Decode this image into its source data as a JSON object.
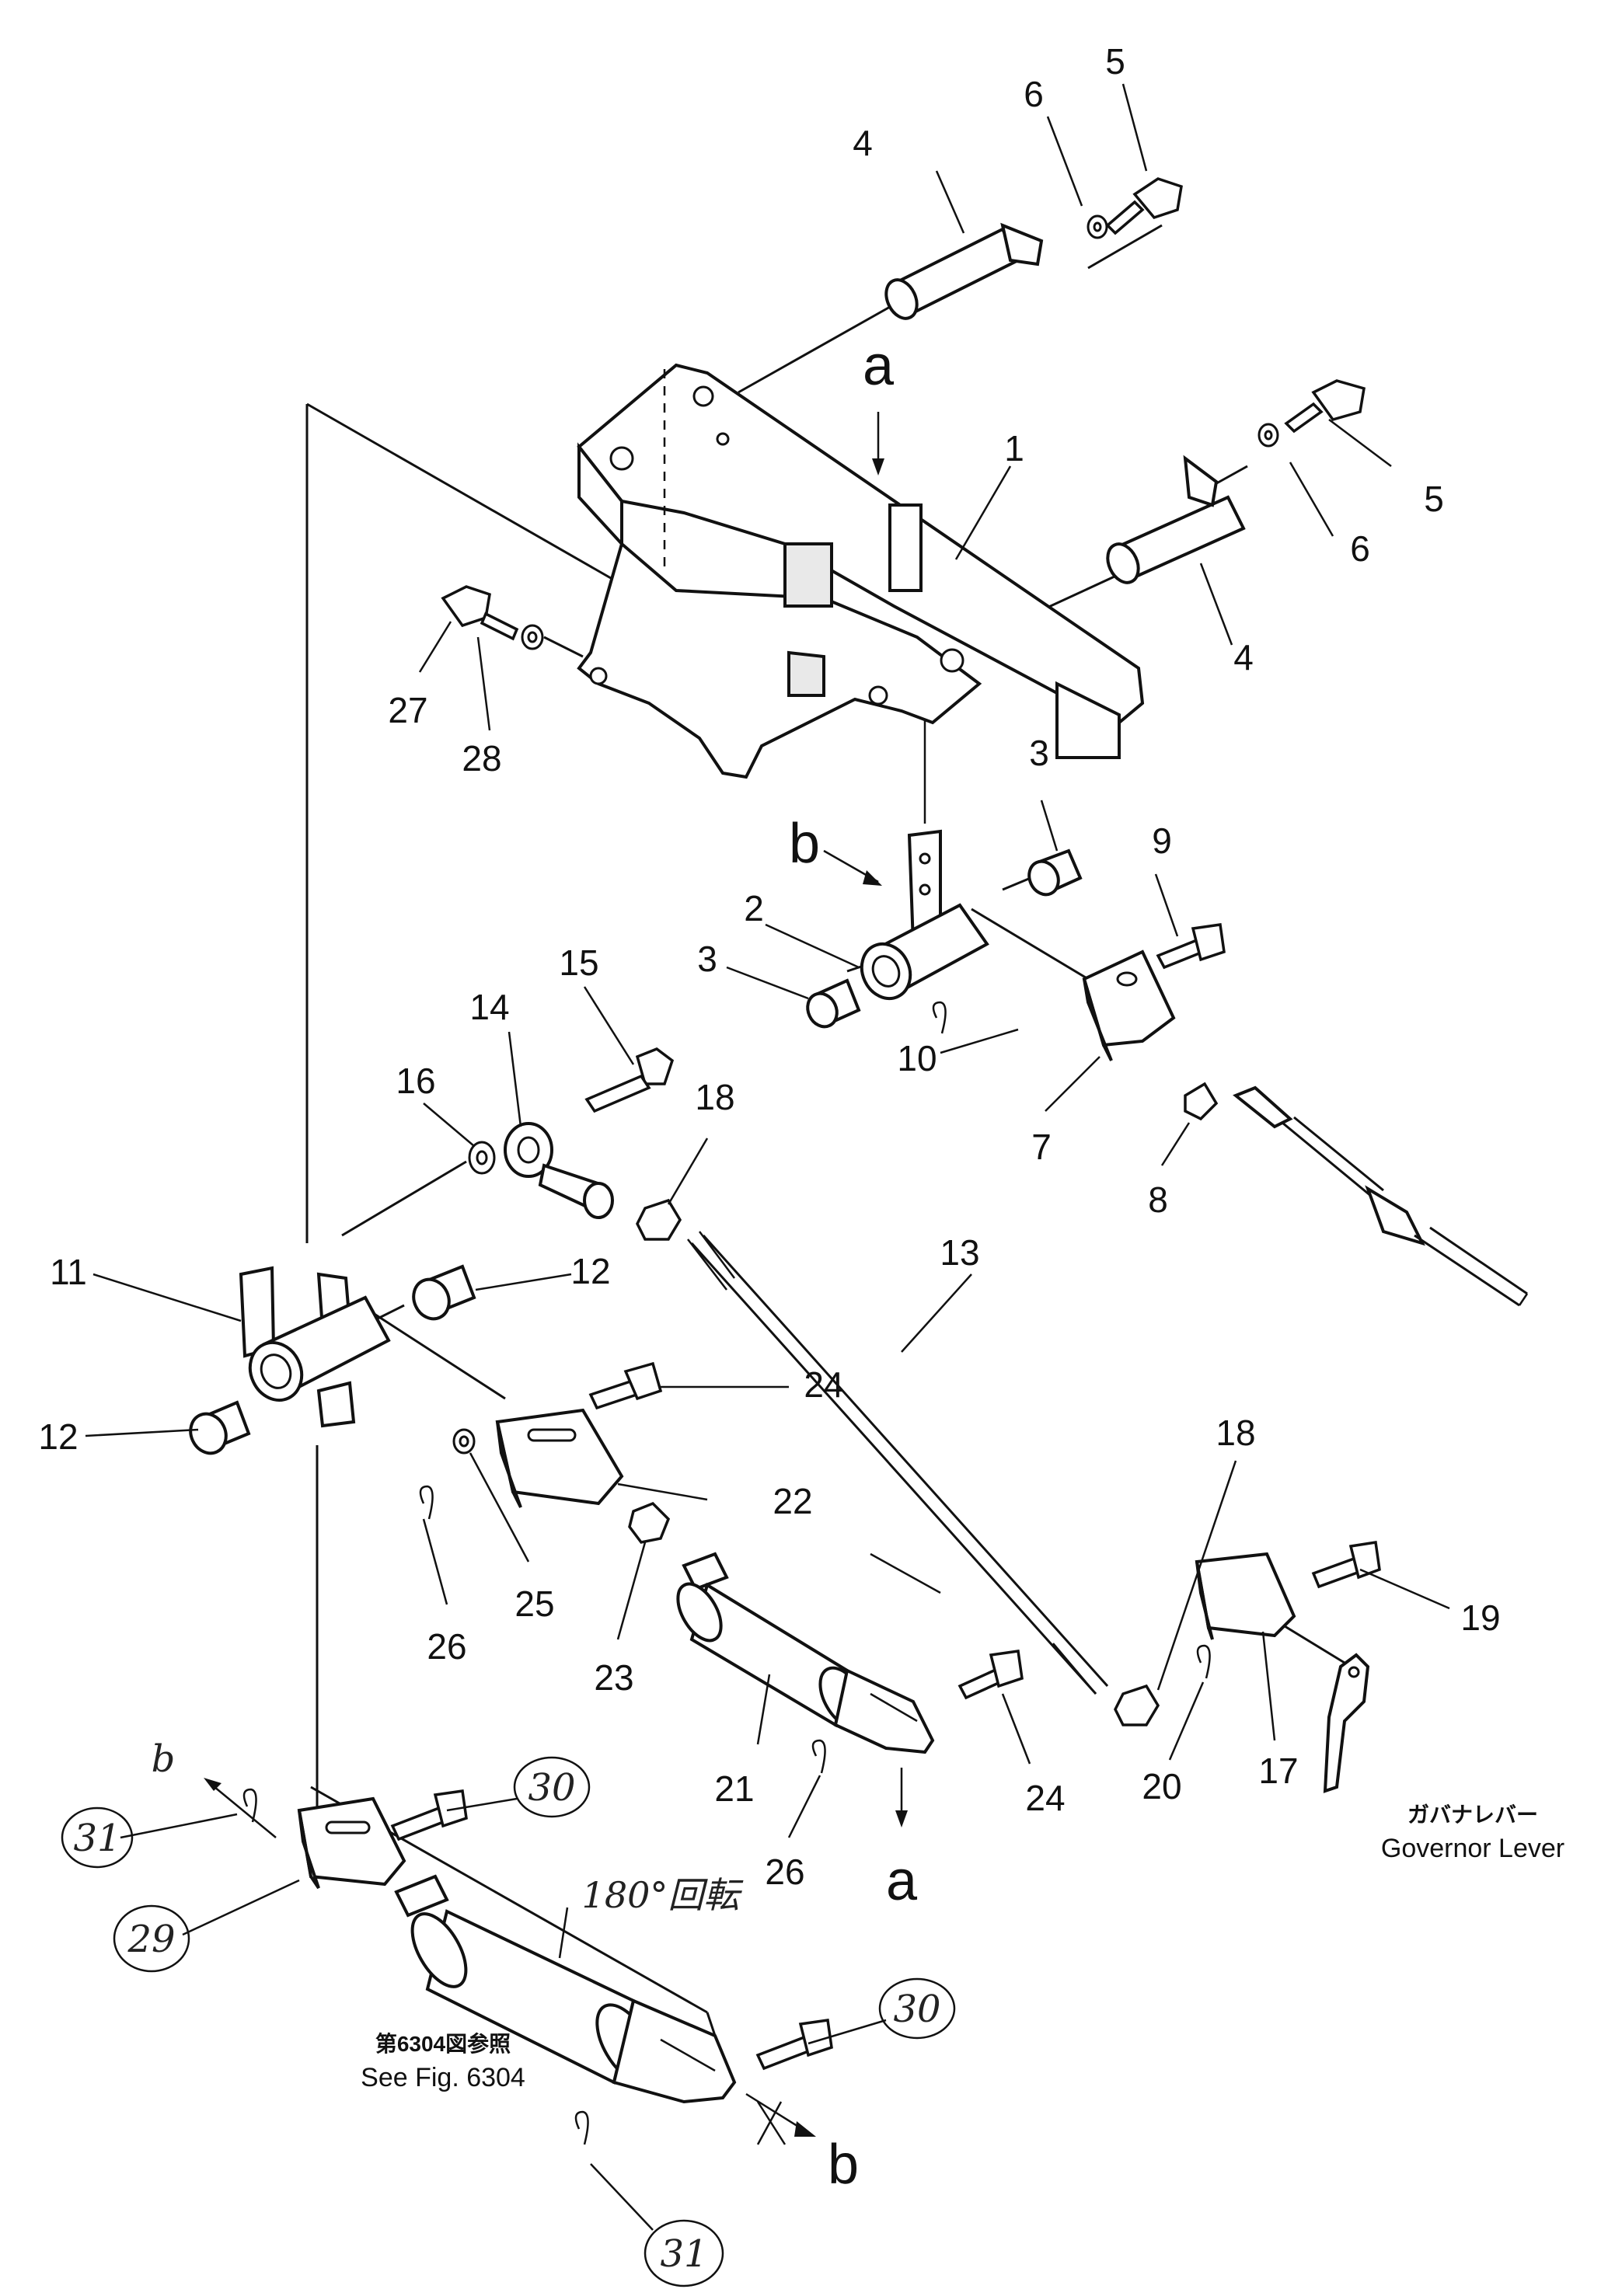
{
  "diagram": {
    "callouts": {
      "c1": "1",
      "c2": "2",
      "c3a": "3",
      "c3b": "3",
      "c4a": "4",
      "c4b": "4",
      "c5a": "5",
      "c5b": "5",
      "c6a": "6",
      "c6b": "6",
      "c7": "7",
      "c8": "8",
      "c9": "9",
      "c10": "10",
      "c11": "11",
      "c12a": "12",
      "c12b": "12",
      "c13": "13",
      "c14": "14",
      "c15": "15",
      "c16": "16",
      "c17": "17",
      "c18a": "18",
      "c18b": "18",
      "c19": "19",
      "c20": "20",
      "c21": "21",
      "c22": "22",
      "c23": "23",
      "c24a": "24",
      "c24b": "24",
      "c25": "25",
      "c26a": "26",
      "c26b": "26",
      "c27": "27",
      "c28": "28"
    },
    "view_markers": {
      "a_top": "a",
      "a_bottom": "a",
      "b_top": "b",
      "b_handwritten": "b",
      "b_bottom": "b"
    },
    "handwritten": {
      "h29": "29",
      "h30a": "30",
      "h30b": "30",
      "h31a": "31",
      "h31b": "31",
      "rotation_note": "180°回転"
    },
    "governor_lever": {
      "jp": "ガバナレバー",
      "en": "Governor Lever"
    },
    "see_figure": {
      "jp": "第6304図参照",
      "en": "See Fig. 6304"
    }
  }
}
